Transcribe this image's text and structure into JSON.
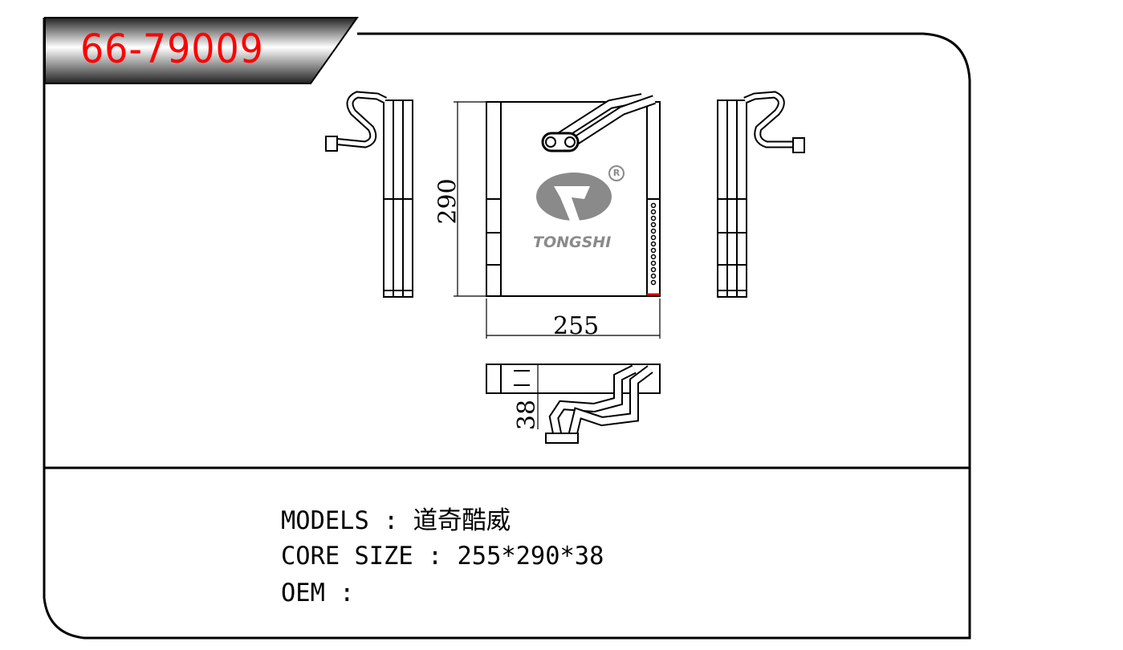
{
  "header": {
    "part_number": "66-79009"
  },
  "drawing": {
    "dimensions": {
      "height": "290",
      "width": "255",
      "depth": "38"
    },
    "logo": {
      "brand": "TONGSHI",
      "registered": "R"
    },
    "colors": {
      "part_number": "#ff0000",
      "logo": "#8a8a8a",
      "line": "#000000"
    }
  },
  "specs": {
    "models": "MODELS : 道奇酷威",
    "core_size": "CORE SIZE : 255*290*38",
    "oem": "OEM :"
  }
}
